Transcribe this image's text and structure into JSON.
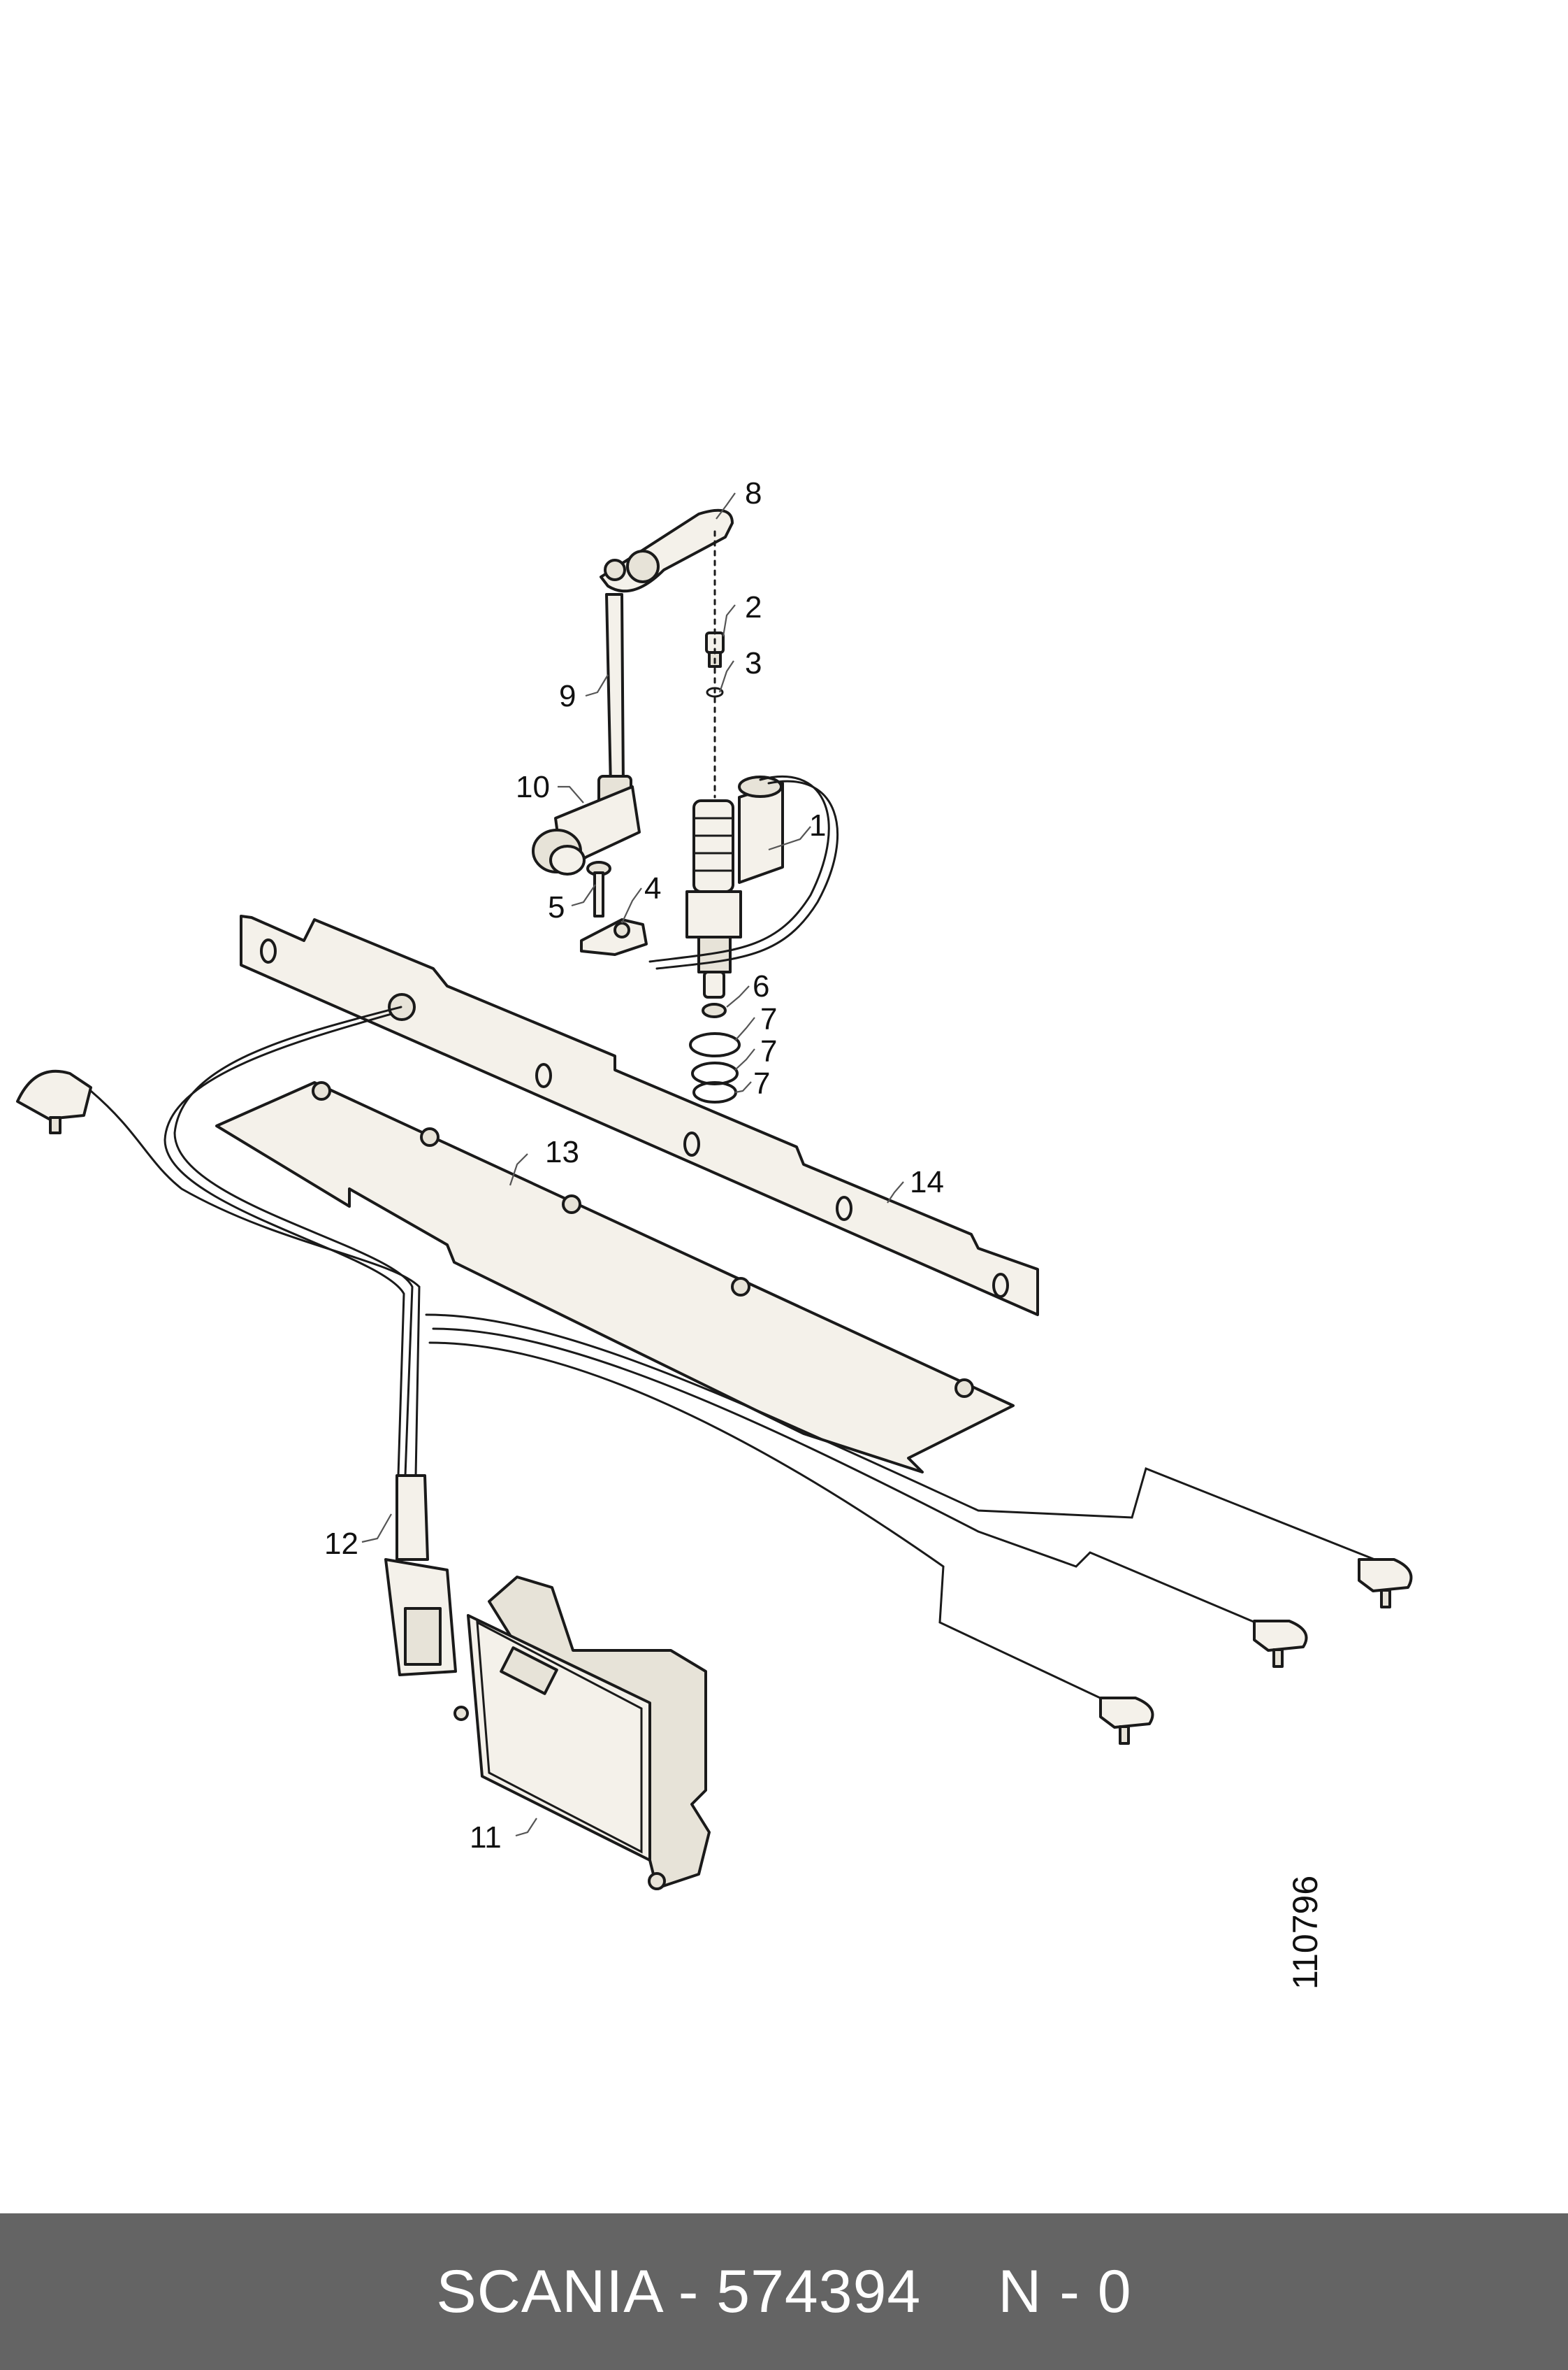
{
  "footer": {
    "part_label": "SCANIA - 574394",
    "variant_label": "N - 0"
  },
  "figure_number": "110796",
  "callouts": [
    "1",
    "2",
    "3",
    "4",
    "5",
    "6",
    "7",
    "7",
    "7",
    "8",
    "9",
    "10",
    "11",
    "12",
    "13",
    "14"
  ]
}
